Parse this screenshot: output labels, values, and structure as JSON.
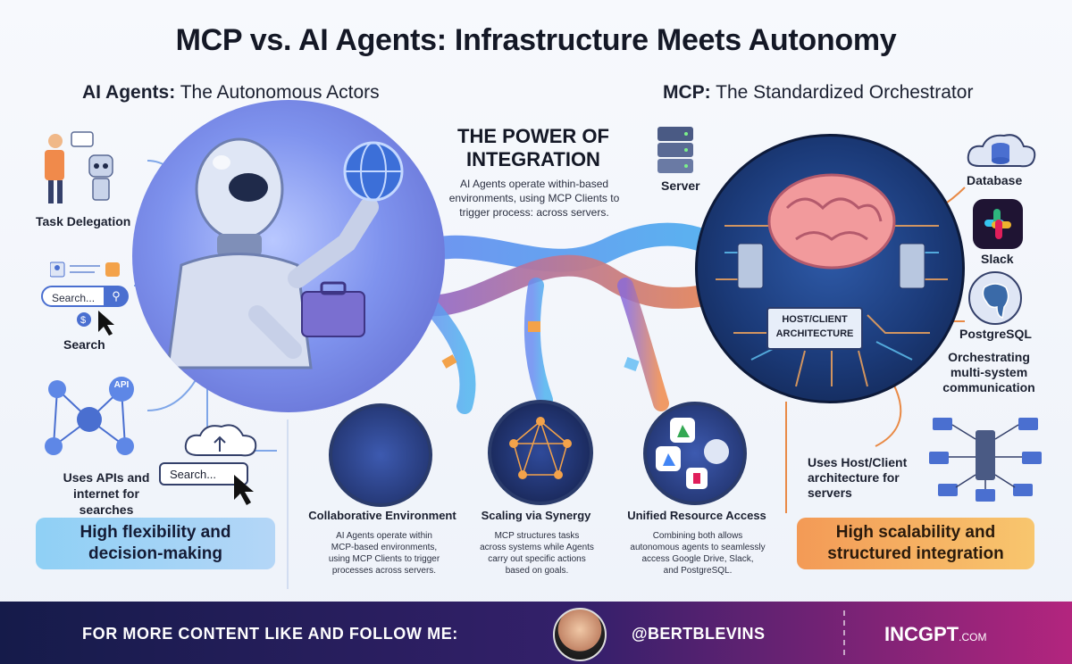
{
  "title": "MCP vs. AI Agents: Infrastructure Meets Autonomy",
  "left_section": {
    "bold": "AI Agents:",
    "rest": " The Autonomous Actors"
  },
  "right_section": {
    "bold": "MCP:",
    "rest": " The Standardized Orchestrator"
  },
  "center": {
    "heading_line1": "THE POWER OF",
    "heading_line2": "INTEGRATION",
    "line1": "AI Agents operate within-based",
    "line2": "environments, using MCP Clients to",
    "line3": "trigger process: across servers."
  },
  "left_items": {
    "task_delegation": "Task Delegation",
    "search_placeholder": "Search...",
    "search_label": "Search",
    "api_badge": "API",
    "uses_apis_line1": "Uses APIs and",
    "uses_apis_line2": "internet for searches",
    "search_placeholder2": "Search..."
  },
  "right_items": {
    "server": "Server",
    "database": "Database",
    "slack": "Slack",
    "postgres": "PostgreSQL",
    "host_client_line1": "HOST/CLIENT",
    "host_client_line2": "ARCHITECTURE",
    "orchestrating_line1": "Orchestrating",
    "orchestrating_line2": "multi-system",
    "orchestrating_line3": "communication",
    "uses_host_line1": "Uses Host/Client",
    "uses_host_line2": "architecture for",
    "uses_host_line3": "servers"
  },
  "callouts": {
    "flex_line1": "High flexibility and",
    "flex_line2": "decision-making",
    "scal_line1": "High scalability and",
    "scal_line2": "structured integration"
  },
  "features": [
    {
      "title": "Collaborative Environment",
      "d1": "AI Agents operate within",
      "d2": "MCP-based environments,",
      "d3": "using MCP Clients to trigger",
      "d4": "processes across servers."
    },
    {
      "title": "Scaling via Synergy",
      "d1": "MCP structures tasks",
      "d2": "across systems while Agents",
      "d3": "carry out specific actions",
      "d4": "based on goals."
    },
    {
      "title": "Unified Resource Access",
      "d1": "Combining both allows",
      "d2": "autonomous agents to seamlessly",
      "d3": "access Google Drive, Slack,",
      "d4": "and PostgreSQL."
    }
  ],
  "footer": {
    "cta": "FOR MORE CONTENT LIKE AND FOLLOW ME:",
    "handle": "@BERTBLEVINS",
    "brand": "INCGPT",
    "brand_suffix": ".COM"
  },
  "colors": {
    "agent": "#6f7fe6",
    "mcp": "#1b3a78",
    "flex": "#a3d3f6",
    "scal": "#f5ae60",
    "stream_blue": "#5b8ee8",
    "stream_orange": "#f08a4b",
    "stream_purple": "#8a6ad8"
  }
}
